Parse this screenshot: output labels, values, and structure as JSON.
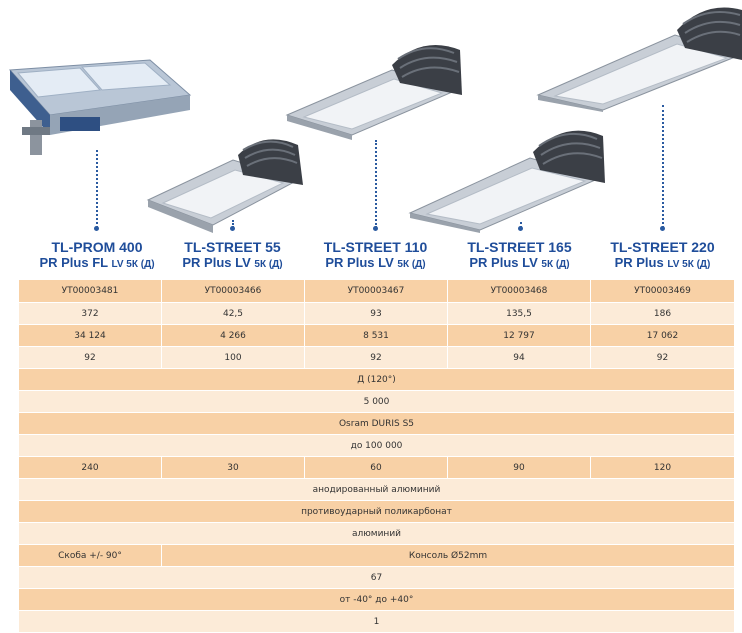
{
  "products": [
    {
      "name": "TL-PROM 400",
      "model": "PR Plus FL",
      "suffix": "LV 5К (Д)"
    },
    {
      "name": "TL-STREET 55",
      "model": "PR Plus LV",
      "suffix": "5К (Д)"
    },
    {
      "name": "TL-STREET 110",
      "model": "PR Plus LV",
      "suffix": "5К (Д)"
    },
    {
      "name": "TL-STREET 165",
      "model": "PR Plus LV",
      "suffix": "5К (Д)"
    },
    {
      "name": "TL-STREET 220",
      "model": "PR Plus",
      "suffix": "LV 5К (Д)"
    }
  ],
  "table": {
    "codes": [
      "УТ00003481",
      "УТ00003466",
      "УТ00003467",
      "УТ00003468",
      "УТ00003469"
    ],
    "power": [
      "372",
      "42,5",
      "93",
      "135,5",
      "186"
    ],
    "flux": [
      "34 124",
      "4 266",
      "8 531",
      "12 797",
      "17 062"
    ],
    "efficiency": [
      "92",
      "100",
      "92",
      "94",
      "92"
    ],
    "curve": "Д (120°)",
    "color_temp": "5 000",
    "led": "Osram DURIS S5",
    "lifetime": "до 100 000",
    "weight": [
      "240",
      "30",
      "60",
      "90",
      "120"
    ],
    "body": "анодированный алюминий",
    "diffuser": "противоударный поликарбонат",
    "radiator": "алюминий",
    "mount_first": "Скоба +/- 90°",
    "mount_rest": "Консоль Ø52mm",
    "ip": "67",
    "temp_range": "от -40° до +40°",
    "class": "1"
  }
}
